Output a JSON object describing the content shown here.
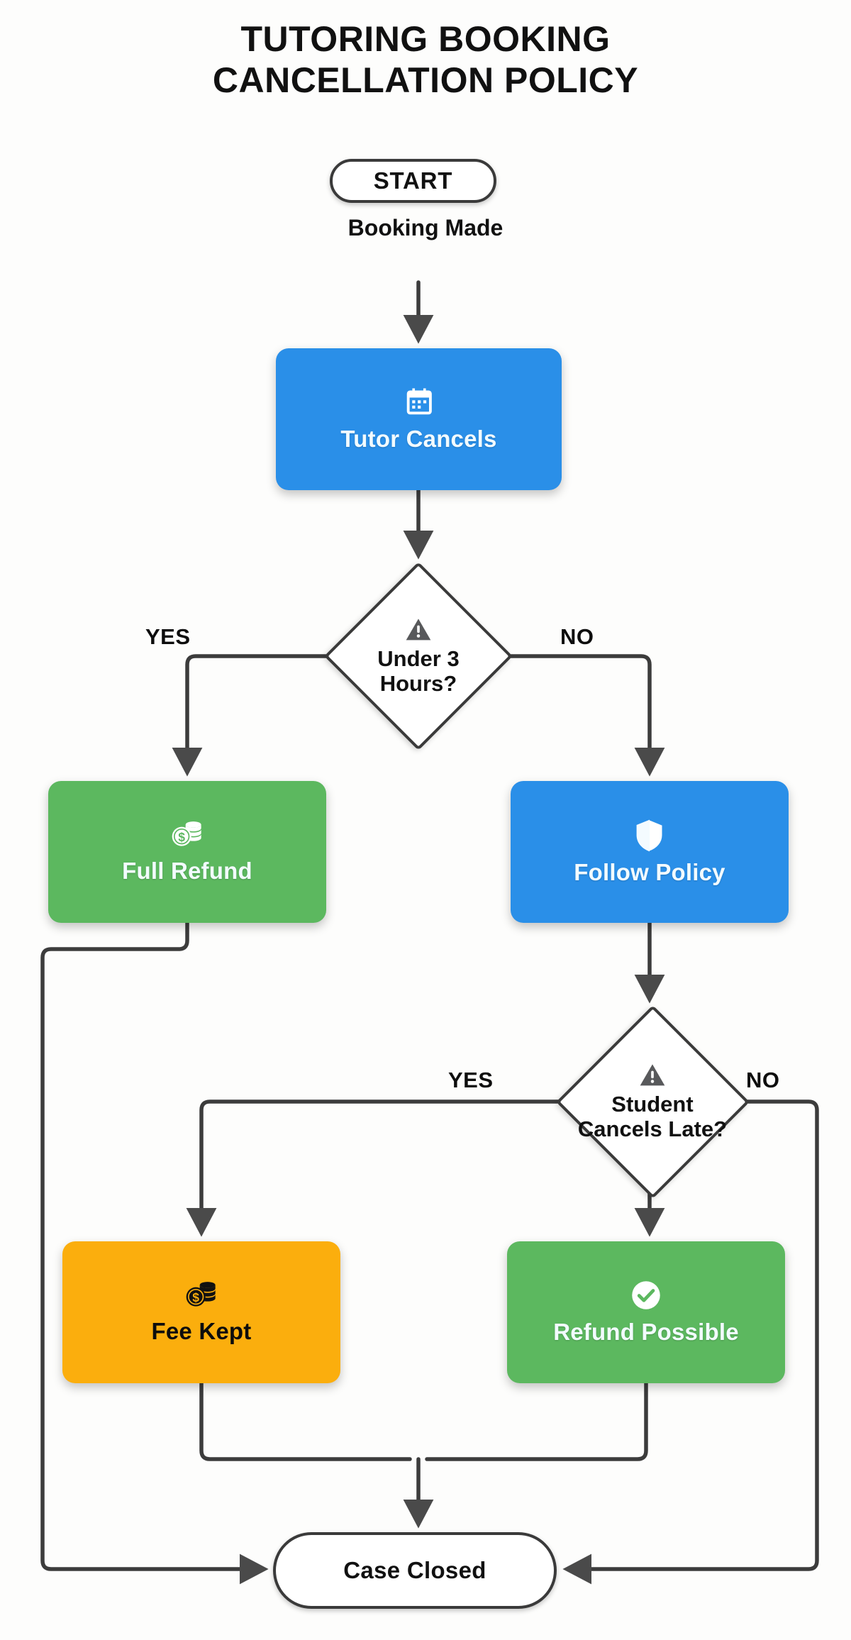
{
  "title": {
    "line1": "TUTORING BOOKING",
    "line2": "CANCELLATION POLICY"
  },
  "start": {
    "label": "START",
    "sublabel": "Booking Made"
  },
  "end": {
    "label": "Case Closed"
  },
  "nodes": [
    {
      "id": "tutor-cancels",
      "label": "Tutor Cancels",
      "icon": "calendar-icon",
      "color": "#2a8fe8",
      "text_color": "#f2fbff"
    },
    {
      "id": "full-refund",
      "label": "Full Refund",
      "icon": "coins-icon",
      "color": "#5cb85f",
      "text_color": "#f2fbff"
    },
    {
      "id": "follow-policy",
      "label": "Follow Policy",
      "icon": "shield-icon",
      "color": "#2a8fe8",
      "text_color": "#f2fbff"
    },
    {
      "id": "fee-kept",
      "label": "Fee Kept",
      "icon": "coins-icon",
      "color": "#fbae0d",
      "text_color": "#0d0d0d"
    },
    {
      "id": "refund-possible",
      "label": "Refund Possible",
      "icon": "check-circle-icon",
      "color": "#5cb85f",
      "text_color": "#f2fbff"
    }
  ],
  "decisions": [
    {
      "id": "under-3-hours",
      "line1": "Under 3",
      "line2": "Hours?",
      "icon": "warning-triangle-icon",
      "yes_label": "YES",
      "no_label": "NO",
      "yes_target": "full-refund",
      "no_target": "follow-policy"
    },
    {
      "id": "student-cancels-late",
      "line1": "Student",
      "line2": "Cancels Late?",
      "icon": "warning-triangle-icon",
      "yes_label": "YES",
      "no_label": "NO",
      "yes_target": "fee-kept",
      "no_target": "case-closed"
    }
  ],
  "colors": {
    "background": "#fdfdfc",
    "blue": "#2a8fe8",
    "green": "#5cb85f",
    "orange": "#fbae0d",
    "stroke": "#3a3a3a",
    "text": "#111111"
  },
  "flow": {
    "edges": [
      {
        "from": "start",
        "to": "tutor-cancels",
        "label": ""
      },
      {
        "from": "tutor-cancels",
        "to": "under-3-hours",
        "label": ""
      },
      {
        "from": "under-3-hours",
        "to": "full-refund",
        "label": "YES"
      },
      {
        "from": "under-3-hours",
        "to": "follow-policy",
        "label": "NO"
      },
      {
        "from": "follow-policy",
        "to": "student-cancels-late",
        "label": ""
      },
      {
        "from": "student-cancels-late",
        "to": "fee-kept",
        "label": "YES"
      },
      {
        "from": "student-cancels-late",
        "to": "refund-possible",
        "label": ""
      },
      {
        "from": "student-cancels-late",
        "to": "case-closed",
        "label": "NO"
      },
      {
        "from": "full-refund",
        "to": "case-closed",
        "label": ""
      },
      {
        "from": "fee-kept",
        "to": "case-closed",
        "label": ""
      },
      {
        "from": "refund-possible",
        "to": "case-closed",
        "label": ""
      }
    ]
  }
}
